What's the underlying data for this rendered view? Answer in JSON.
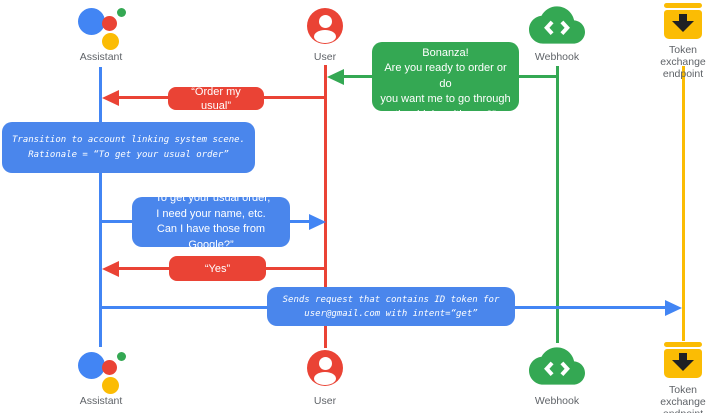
{
  "actors": {
    "assistant": {
      "label": "Assistant"
    },
    "user": {
      "label": "User"
    },
    "webhook": {
      "label": "Webhook"
    },
    "token": {
      "label": "Token exchange\nendpoint"
    }
  },
  "messages": {
    "welcome": "“Welcome to Boba Bonanza!\nAre you ready to order or do\nyou want me to go through\nthe drinks with you?”",
    "order_usual": "“Order my usual”",
    "transition_note": "Transition to account linking system scene.\nRationale = “To get your usual order”",
    "ask_info": "“To get your usual order,\nI need your name, etc.\nCan I have those from Google?”",
    "yes_reply": "“Yes”",
    "send_request": "Sends request that contains ID token for\nuser@gmail.com with intent=“get”"
  },
  "colors": {
    "blue": "#4285F4",
    "red": "#EA4335",
    "green": "#34A853",
    "yellow": "#FBBC04",
    "label_gray": "#5F6368",
    "arrow_dark": "#202124"
  }
}
